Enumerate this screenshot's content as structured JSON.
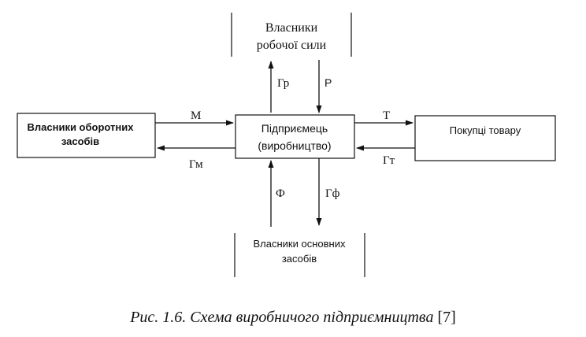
{
  "nodes": {
    "top": {
      "line1": "Власники",
      "line2": "робочої сили"
    },
    "left": {
      "line1": "Власники оборотних",
      "line2": "засобів"
    },
    "center": {
      "line1": "Підприємець",
      "line2": "(виробництво)"
    },
    "right": {
      "label": "Покупці товару"
    },
    "bottom": {
      "line1": "Власники основних",
      "line2": "засобів"
    }
  },
  "flows": {
    "top_up": "Гр",
    "top_down": "Р",
    "left_in": "М",
    "left_out": "Гм",
    "right_out": "Т",
    "right_in": "Гт",
    "bottom_up": "Ф",
    "bottom_down": "Гф"
  },
  "caption": {
    "text": "Рис. 1.6. Схема виробничого підприємництва",
    "ref": "[7]"
  }
}
